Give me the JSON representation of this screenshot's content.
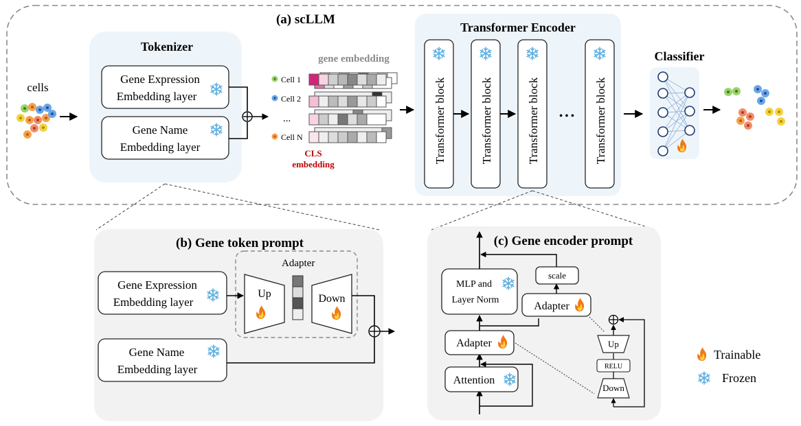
{
  "scllm": {
    "title": "(a) scLLM",
    "cells_label": "cells",
    "tokenizer": {
      "title": "Tokenizer",
      "expr_line1": "Gene Expression",
      "expr_line2": "Embedding layer",
      "name_line1": "Gene Name",
      "name_line2": "Embedding layer"
    },
    "gene_embedding": {
      "title": "gene embedding",
      "cell1": "Cell 1",
      "cell2": "Cell 2",
      "ellipsis": "...",
      "cellN": "Cell N",
      "cls_line1": "CLS",
      "cls_line2": "embedding"
    },
    "encoder": {
      "title": "Transformer Encoder",
      "block_label": "Transformer block",
      "ellipsis": "• • •"
    },
    "classifier": {
      "title": "Classifier"
    }
  },
  "gene_token_prompt": {
    "title": "(b) Gene token prompt",
    "expr_line1": "Gene Expression",
    "expr_line2": "Embedding layer",
    "name_line1": "Gene Name",
    "name_line2": "Embedding layer",
    "adapter_label": "Adapter",
    "up_label": "Up",
    "down_label": "Down"
  },
  "gene_encoder_prompt": {
    "title": "(c) Gene encoder prompt",
    "mlp_line1": "MLP and",
    "mlp_line2": "Layer Norm",
    "scale_label": "scale",
    "adapter_label": "Adapter",
    "attention_label": "Attention",
    "up_label": "Up",
    "relu_label": "RELU",
    "down_label": "Down"
  },
  "legend": {
    "trainable": "Trainable",
    "frozen": "Frozen"
  },
  "colors": {
    "panel_bg": "#eef5fa",
    "lower_panel_bg": "#f2f2f2",
    "cls_red": "#c00000",
    "fire": "#f07a18",
    "snow": "#5fb0e0"
  }
}
